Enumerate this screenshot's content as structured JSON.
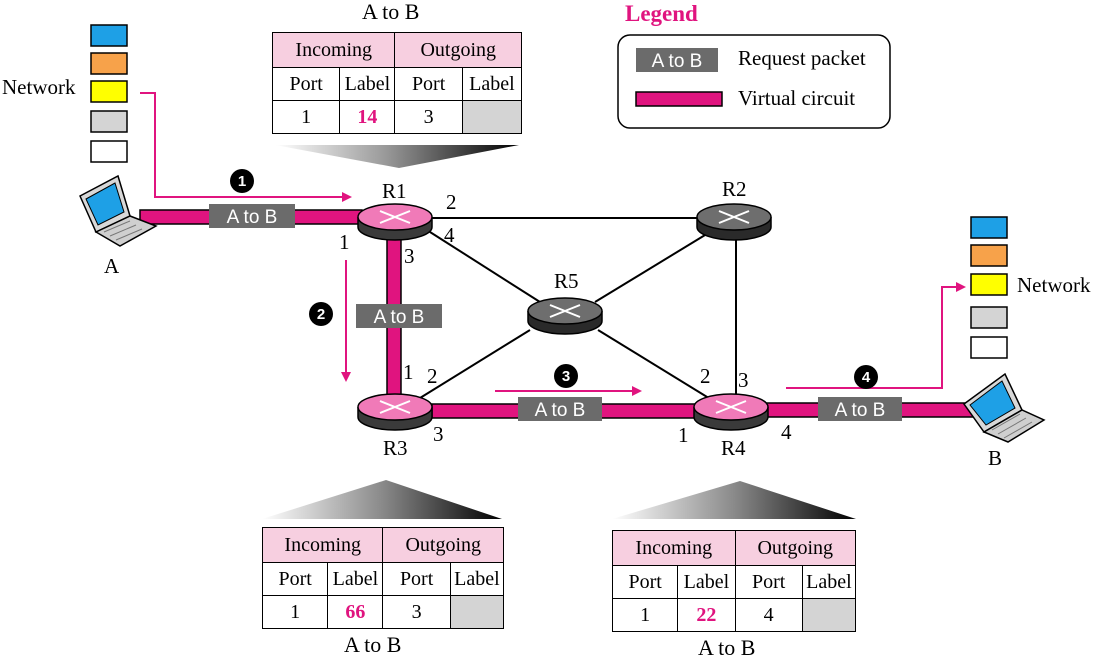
{
  "legend": {
    "title": "Legend",
    "request_packet_sample": "A to B",
    "request_packet_label": "Request packet",
    "virtual_circuit_label": "Virtual circuit"
  },
  "hosts": {
    "a": "A",
    "b": "B",
    "network_left": "Network",
    "network_right": "Network"
  },
  "routers": {
    "r1": "R1",
    "r2": "R2",
    "r3": "R3",
    "r4": "R4",
    "r5": "R5"
  },
  "ports": {
    "r1_1": "1",
    "r1_2": "2",
    "r1_3": "3",
    "r1_4": "4",
    "r3_1": "1",
    "r3_2": "2",
    "r3_3": "3",
    "r4_1": "1",
    "r4_2": "2",
    "r4_3": "3",
    "r4_4": "4"
  },
  "packets": {
    "p1": "A to B",
    "p2": "A to B",
    "p3": "A to B",
    "p4": "A to B"
  },
  "steps": [
    "1",
    "2",
    "3",
    "4"
  ],
  "tables": {
    "r1": {
      "caption": "A to B",
      "incoming": "Incoming",
      "outgoing": "Outgoing",
      "port": "Port",
      "label": "Label",
      "in_port": "1",
      "in_label": "14",
      "out_port": "3",
      "out_label": ""
    },
    "r3": {
      "caption": "A to B",
      "incoming": "Incoming",
      "outgoing": "Outgoing",
      "port": "Port",
      "label": "Label",
      "in_port": "1",
      "in_label": "66",
      "out_port": "3",
      "out_label": ""
    },
    "r4": {
      "caption": "A to B",
      "incoming": "Incoming",
      "outgoing": "Outgoing",
      "port": "Port",
      "label": "Label",
      "in_port": "1",
      "in_label": "22",
      "out_port": "4",
      "out_label": ""
    }
  },
  "colors": {
    "virtual_circuit": "#e0147f",
    "router_active": "#f07ab8",
    "router_idle": "#6e6e6e",
    "packet_box": "#6b6b6b",
    "header_fill": "#f7cfe0",
    "empty_cell": "#d4d4d4",
    "stack": [
      "#1ea0e6",
      "#f7a24a",
      "#ffff00",
      "#d4d4d4",
      "#ffffff"
    ]
  }
}
